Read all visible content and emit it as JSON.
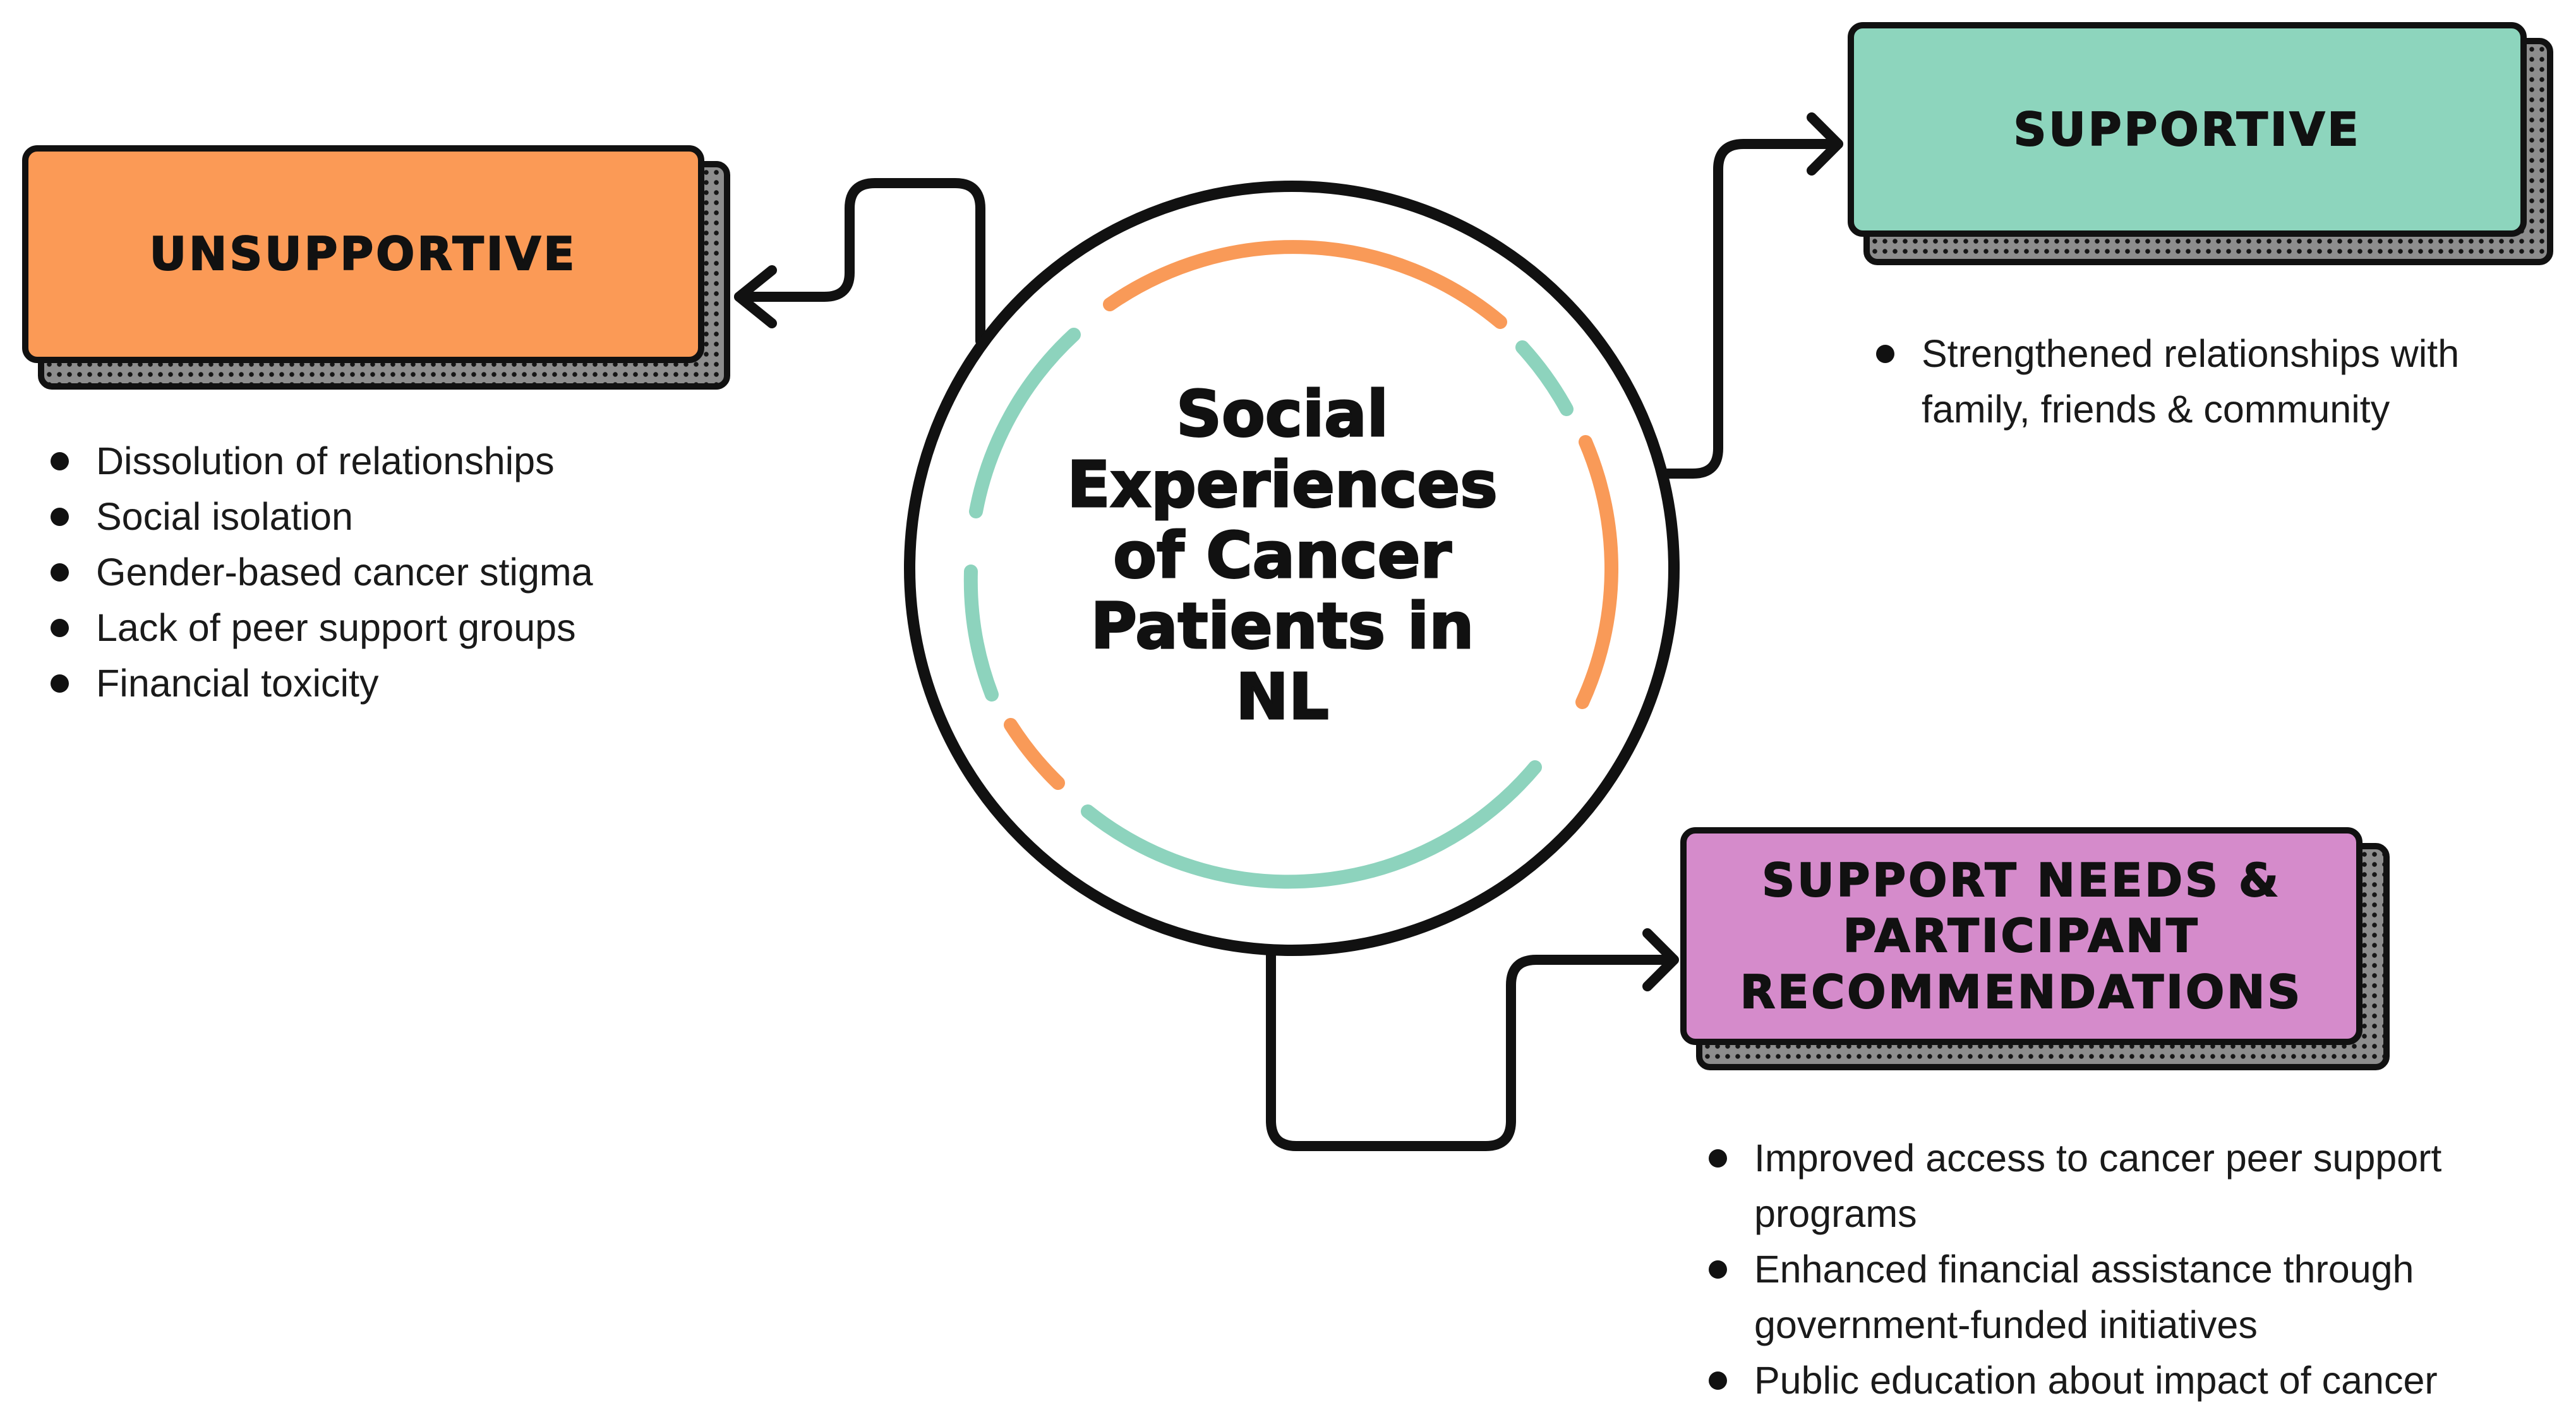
{
  "center": {
    "title": "Social\nExperiences\nof Cancer\nPatients in\nNL"
  },
  "categories": [
    {
      "id": "unsupportive",
      "label": "UNSUPPORTIVE",
      "color": "#fb9a56",
      "items": [
        "Dissolution of relationships",
        "Social isolation",
        "Gender-based cancer stigma",
        "Lack of peer support groups",
        "Financial toxicity"
      ]
    },
    {
      "id": "supportive",
      "label": "SUPPORTIVE",
      "color": "#8dd5bd",
      "items": [
        "Strengthened relationships with family, friends & community"
      ]
    },
    {
      "id": "support-needs",
      "label": "SUPPORT NEEDS &\nPARTICIPANT\nRECOMMENDATIONS",
      "color": "#d58bcb",
      "items": [
        "Improved access to cancer peer support programs",
        "Enhanced financial assistance through government-funded initiatives",
        "Public education about impact of cancer"
      ]
    }
  ],
  "colors": {
    "outline": "#111111",
    "ring_orange": "#f99a58",
    "ring_teal": "#8dd3bd",
    "shadow_gray": "#8d8d8d"
  },
  "icons": [
    "arrow-head-icon",
    "bullet-dot-icon"
  ]
}
